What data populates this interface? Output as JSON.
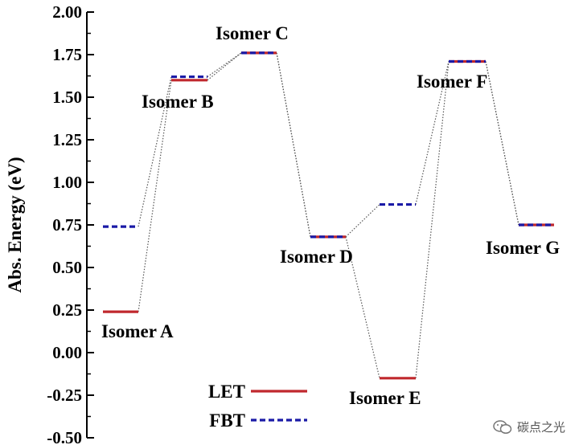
{
  "chart_data": {
    "type": "line",
    "title": "",
    "xlabel": "",
    "ylabel": "Abs. Energy (eV)",
    "ylim": [
      -0.5,
      2.0
    ],
    "yticks": [
      "2.00",
      "1.75",
      "1.50",
      "1.25",
      "1.00",
      "0.75",
      "0.50",
      "0.25",
      "0.00",
      "-0.25",
      "-0.50"
    ],
    "categories": [
      "Isomer A",
      "Isomer B",
      "Isomer C",
      "Isomer D",
      "Isomer E",
      "Isomer F",
      "Isomer G"
    ],
    "series": [
      {
        "name": "LET",
        "color": "#c0282d",
        "style": "solid",
        "values": [
          0.24,
          1.6,
          1.76,
          0.68,
          -0.15,
          1.71,
          0.75
        ]
      },
      {
        "name": "FBT",
        "color": "#1a1aa6",
        "style": "dashed",
        "values": [
          0.74,
          1.62,
          1.76,
          0.68,
          0.87,
          1.71,
          0.75
        ]
      }
    ],
    "legend_position": "bottom-left",
    "grid": false
  },
  "watermark": {
    "text": "碳点之光",
    "icon": "wechat-icon"
  }
}
